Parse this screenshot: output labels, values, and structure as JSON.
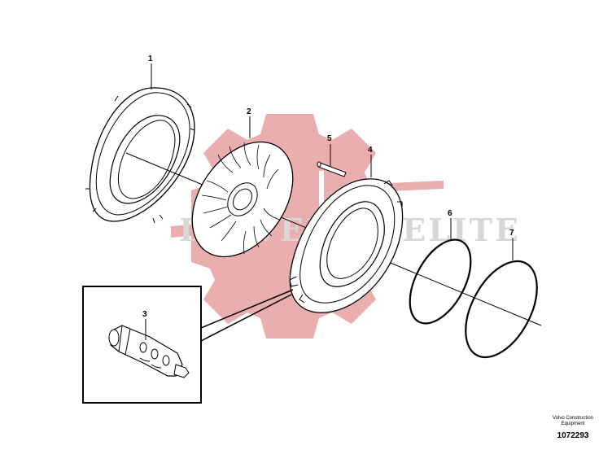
{
  "watermark": {
    "text": "DRIVEPRO ELITE",
    "gear_color": "#e8a0a0"
  },
  "callouts": {
    "p1": "1",
    "p2": "2",
    "p3": "3",
    "p4": "4",
    "p5": "5",
    "p6": "6",
    "p7": "7"
  },
  "credit": {
    "line1": "Volvo Construction",
    "line2": "Equipment"
  },
  "doc_number": "1072293"
}
